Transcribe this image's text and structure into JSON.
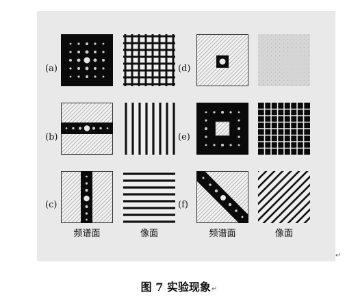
{
  "figure": {
    "row_labels_left": [
      "(a)",
      "(b)",
      "(c)"
    ],
    "row_labels_right": [
      "(d)",
      "(e)",
      "(f)"
    ],
    "col_labels": [
      "频谱面",
      "像面",
      "频谱面",
      "像面"
    ]
  },
  "caption": {
    "text": "图 7 实验现象",
    "return_mark": "↵"
  },
  "figure_return_mark": "↵"
}
